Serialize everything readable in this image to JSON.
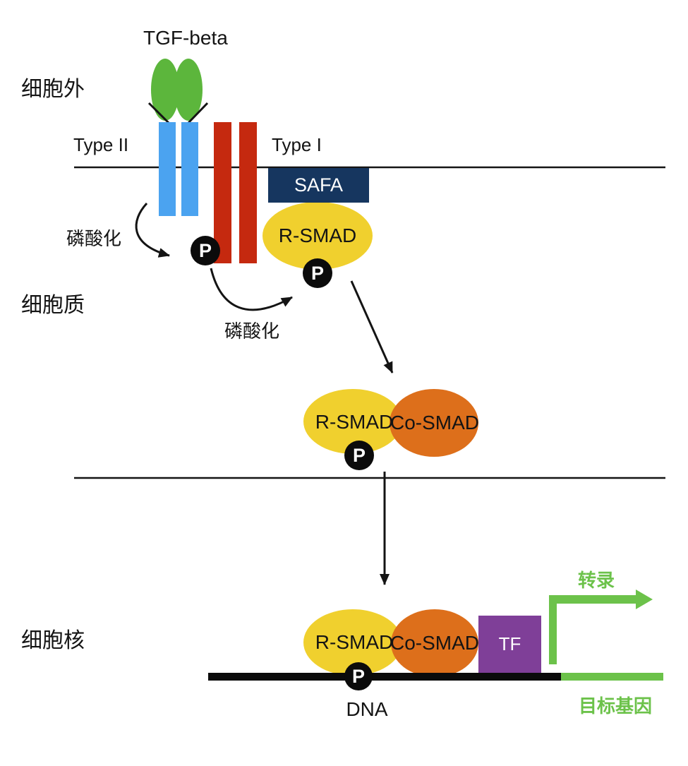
{
  "diagram": {
    "compartments": {
      "extracellular": "细胞外",
      "cytoplasm": "细胞质",
      "nucleus": "细胞核"
    },
    "ligand": {
      "label": "TGF-beta"
    },
    "receptors": {
      "type2": "Type II",
      "type1": "Type I"
    },
    "proteins": {
      "safa": "SAFA",
      "r_smad": "R-SMAD",
      "co_smad": "Co-SMAD",
      "tf": "TF"
    },
    "phosphate": "P",
    "process": {
      "phosphorylation": "磷酸化",
      "transcription": "转录"
    },
    "dna": {
      "label": "DNA",
      "target_gene": "目标基因"
    }
  },
  "colors": {
    "green_ligand": "#5cb63c",
    "green_accent": "#6cc24a",
    "blue_receptor": "#4ba3f0",
    "red_receptor": "#c5290f",
    "navy_safa": "#16365f",
    "yellow_smad": "#f0d02e",
    "orange_cosmad": "#dd6f1b",
    "purple_tf": "#7f3f98",
    "ink": "#141414"
  }
}
